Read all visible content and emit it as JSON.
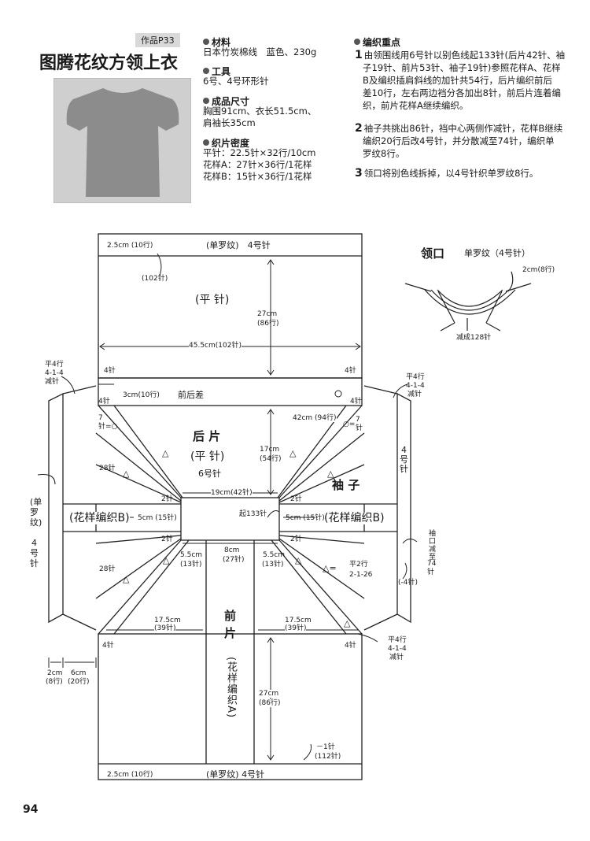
{
  "header": {
    "work_tag": "作品P33",
    "title": "图腾花纹方领上衣"
  },
  "materials": {
    "heading": "材料",
    "lines": [
      "日本竹炭棉线　蓝色、230g"
    ]
  },
  "tools": {
    "heading": "工具",
    "lines": [
      "6号、4号环形针"
    ]
  },
  "size": {
    "heading": "成品尺寸",
    "lines": [
      "胸围91cm、衣长51.5cm、",
      "肩袖长35cm"
    ]
  },
  "gauge": {
    "heading": "织片密度",
    "lines": [
      "平针：22.5针×32行/10cm",
      "花样A：27针×36行/1花样",
      "花样B：15针×36行/1花样"
    ]
  },
  "key_points": {
    "heading": "编织重点",
    "steps": [
      {
        "num": "1",
        "lines": [
          "由领围线用6号针以别色线起133针(后片42针、袖",
          "子19针、前片53针、袖子19针)参照花样A、花样",
          "B及编织插肩斜线的加针共54行，后片编织前后",
          "差10行，左右两边裆分各加出8针，前后片连着编",
          "织，前片花样A继续编织。"
        ]
      },
      {
        "num": "2",
        "lines": [
          "袖子共挑出86针，裆中心两侧作减针，花样B继续",
          "编织20行后改4号针，并分散减至74针，编织单",
          "罗纹8行。"
        ]
      },
      {
        "num": "3",
        "lines": [
          "领口将别色线拆掉，以4号针织单罗纹8行。"
        ]
      }
    ]
  },
  "neck": {
    "title": "领口",
    "rib": "单罗纹（4号针）",
    "depth": "2cm(8行)",
    "reduce": "减成128针"
  },
  "diagram": {
    "top_rib_left": "2.5cm (10行)",
    "top_rib": "(单罗纹)　4号针",
    "back_102": "(102针)",
    "back_flat": "(平 针)",
    "back_27cm": "27cm",
    "back_86": "(86行)",
    "back_width": "45.5cm(102针)",
    "st4_l": "4针",
    "st4_r": "4针",
    "dec_l_1": "平4行",
    "dec_l_2": "4-1-4",
    "dec_l_3": "减针",
    "dec_r_1": "平4行",
    "dec_r_2": "4-1-4",
    "dec_r_3": "减针",
    "back_diff_3cm": "3cm(10行)",
    "back_diff": "前后差",
    "st4_mid_l": "4针",
    "st4_mid_r": "4针",
    "mark_7_l": "7",
    "mark_ci_l": "针=○",
    "mark_42cm": "42cm (94行)",
    "mark_ci_r": "○=",
    "mark_7_r": "7",
    "mark_zhen_r": "针",
    "back_piece": "后 片",
    "back_piece_flat": "(平 针)",
    "back_needle": "6号针",
    "raglan_17cm": "17cm",
    "raglan_54": "(54行)",
    "st28_tl": "28针",
    "tri_l": "△",
    "tri_r": "△",
    "sleeve_label": "袖 子",
    "sleeve_4": "4",
    "sleeve_hao": "号",
    "sleeve_zhen": "针",
    "rib_left": "(单",
    "rib_left2": "罗",
    "rib_left3": "纹)",
    "rib_left4": "4",
    "rib_left5": "号",
    "rib_left6": "针",
    "neck_19cm": "19cm(42针)",
    "st2_1": "2针",
    "st2_2": "2针",
    "st2_3": "2针",
    "st2_4": "2针",
    "pattern_b_l": "(花样编织B)",
    "cm5_l": "5cm (15针)",
    "cast_on": "起133针",
    "cm5_r": "5cm (15针)",
    "pattern_b_r": "(花样编织B)",
    "cuff_dec_1": "袖口减至",
    "cuff_dec_2": "74",
    "cuff_dec_3": "针",
    "m55_l": "5.5cm",
    "m13_l": "(13针)",
    "m8cm": "8cm",
    "m27": "(27针)",
    "m55_r": "5.5cm",
    "m13_r": "(13针)",
    "tri_formula": "△=",
    "tri_f1": "平2行",
    "tri_f2": "2-1-26",
    "minus4": "(-4针)",
    "st28_bl": "28针",
    "front_1": "前",
    "front_2": "片",
    "front_pattern": "(花样编织A)",
    "m175_l": "17.5cm",
    "m39_l": "(39针)",
    "m175_r": "17.5cm",
    "m39_r": "(39针)",
    "st4_bl": "4针",
    "st4_br": "4针",
    "dec_b_1": "平4行",
    "dec_b_2": "4-1-4",
    "dec_b_3": "减针",
    "front_27": "27cm",
    "front_86": "(86行)",
    "minus1": "－1针",
    "m112": "(112针)",
    "bottom_rib_left": "2.5cm (10行)",
    "bottom_rib": "(单罗纹) 4号针",
    "gap_2cm": "2cm",
    "gap_8": "(8行)",
    "gap_6cm": "6cm",
    "gap_20": "(20行)"
  },
  "page_number": "94"
}
